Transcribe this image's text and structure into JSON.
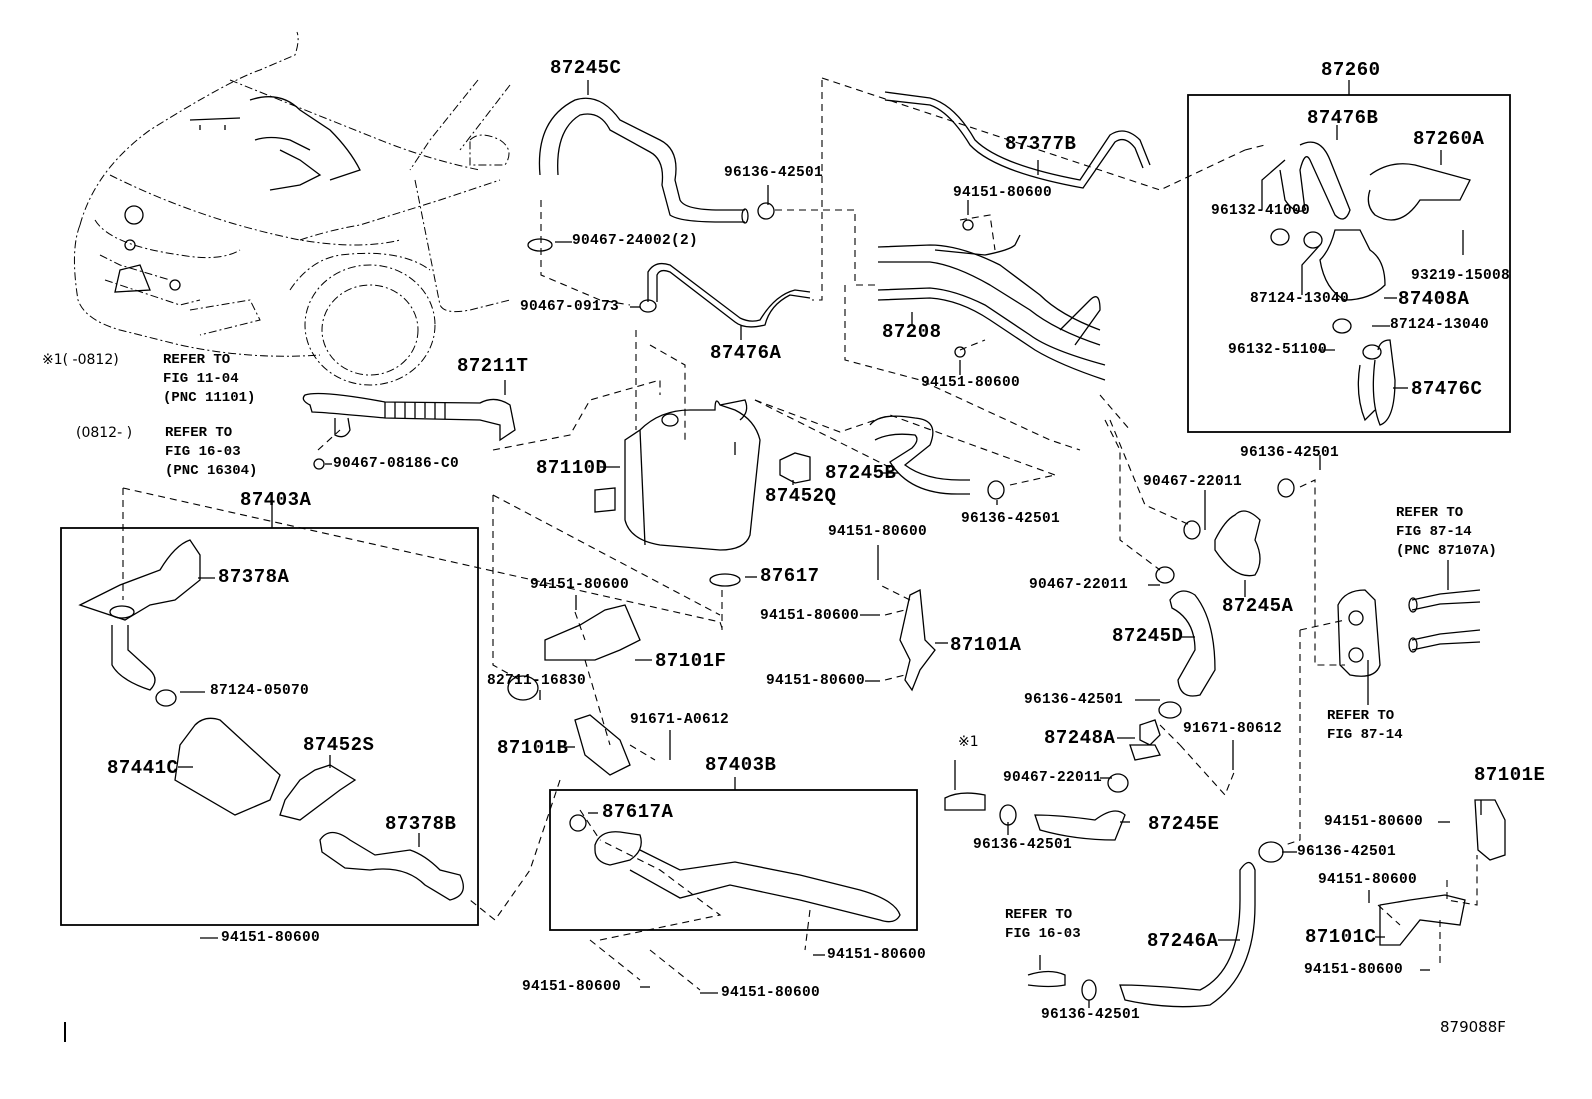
{
  "figure": {
    "id": "879088F",
    "notes": {
      "star1_label": "※1",
      "note1_range": "※1(   -0812)",
      "note1_text": "REFER TO\nFIG 11-04\n(PNC 11101)",
      "note2_range": "(0812-   )",
      "note2_text": "REFER TO\nFIG 16-03\n(PNC 16304)",
      "ref_87107A": "REFER TO\nFIG 87-14\n(PNC 87107A)",
      "ref_8714": "REFER TO\nFIG 87-14",
      "ref_1603": "REFER TO\nFIG 16-03"
    },
    "assemblies": {
      "a87260": "87260",
      "a87403A": "87403A",
      "a87403B": "87403B"
    },
    "parts": {
      "p87245C": "87245C",
      "p96136_top": "96136-42501",
      "p90467_24002": "90467-24002(2)",
      "p90467_09173": "90467-09173",
      "p87476A": "87476A",
      "p87211T": "87211T",
      "p90467_08186": "90467-08186-C0",
      "p87377B": "87377B",
      "p94151_a": "94151-80600",
      "p87208": "87208",
      "p94151_b": "94151-80600",
      "p87476B": "87476B",
      "p87260A": "87260A",
      "p96132_41000": "96132-41000",
      "p93219_15008": "93219-15008",
      "p87124_13040_a": "87124-13040",
      "p87408A": "87408A",
      "p87124_13040_b": "87124-13040",
      "p96132_51100": "96132-51100",
      "p87476C": "87476C",
      "p87110D": "87110D",
      "p87452Q": "87452Q",
      "p87245B": "87245B",
      "p96136_b": "96136-42501",
      "p87617": "87617",
      "p94151_c": "94151-80600",
      "p94151_d": "94151-80600",
      "p87101A": "87101A",
      "p94151_e": "94151-80600",
      "p94151_f": "94151-80600",
      "p87101F": "87101F",
      "p82711_16830": "82711-16830",
      "p87101B": "87101B",
      "p91671_A0612": "91671-A0612",
      "p87617A": "87617A",
      "p94151_g": "94151-80600",
      "p94151_h": "94151-80600",
      "p94151_i": "94151-80600",
      "p94151_j": "94151-80600",
      "p87378A": "87378A",
      "p87124_05070": "87124-05070",
      "p87441C": "87441C",
      "p87452S": "87452S",
      "p87378B": "87378B",
      "p96136_c": "96136-42501",
      "p90467_22011_a": "90467-22011",
      "p87245A": "87245A",
      "p90467_22011_b": "90467-22011",
      "p87245D": "87245D",
      "p96136_d": "96136-42501",
      "p87248A": "87248A",
      "p91671_80612": "91671-80612",
      "p90467_22011_c": "90467-22011",
      "p87245E": "87245E",
      "p96136_e": "96136-42501",
      "p96136_f": "96136-42501",
      "p87246A": "87246A",
      "p96136_g": "96136-42501",
      "p87101E": "87101E",
      "p94151_k": "94151-80600",
      "p94151_l": "94151-80600",
      "p87101C": "87101C",
      "p94151_m": "94151-80600"
    }
  }
}
